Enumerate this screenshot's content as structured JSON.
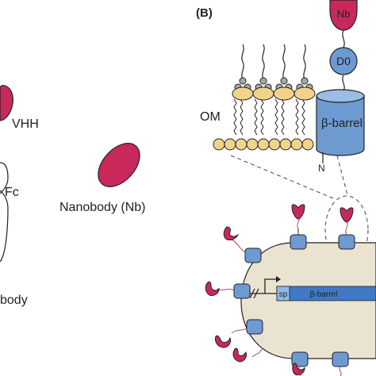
{
  "panel_a": {
    "vhh_label": "VHH",
    "fc_label": "Fc",
    "antibody_label_fragment": "body",
    "nanobody_label": "Nanobody (Nb)"
  },
  "panel_b": {
    "panel_label": "(B)",
    "nb_label": "Nb",
    "d0_label": "D0",
    "om_label": "OM",
    "barrel_label": "β-barrel",
    "n_terminus_label": "N",
    "gene_barrel_label": "β-barrel",
    "signal_peptide_label": "sp"
  },
  "colors": {
    "nanobody": "#c8285a",
    "d0_domain": "#6e9ad2",
    "barrel": "#6e9ad2",
    "lipid_head": "#f2d489",
    "lps_sugar": "#a8a8a8",
    "cell_body": "#ebe3d1",
    "gene_bar": "#3f78c4",
    "signal_peptide": "#8fb8e6"
  }
}
